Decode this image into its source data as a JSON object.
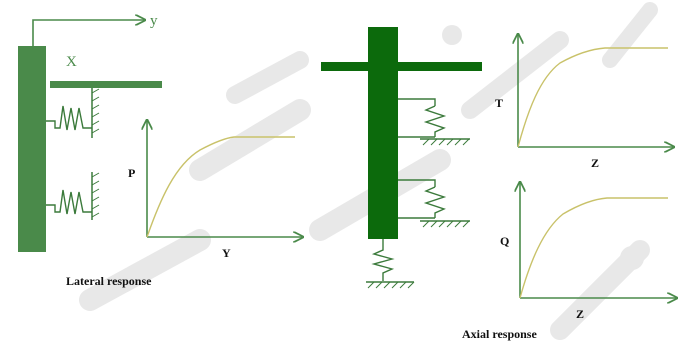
{
  "colors": {
    "pile_light": "#4a8a4a",
    "pile_dark": "#0c6a0c",
    "spring": "#3b7a3b",
    "axis": "#4a8a4a",
    "curve": "#c9c26a",
    "label": "#111111",
    "watermark": "#d6d6d6"
  },
  "lateral": {
    "axis_y_label": "y",
    "axis_x_label": "X",
    "curve_y_label": "P",
    "curve_x_label": "Y",
    "caption": "Lateral response"
  },
  "axial": {
    "upper_curve_y_label": "T",
    "upper_curve_x_label": "Z",
    "lower_curve_y_label": "Q",
    "lower_curve_x_label": "Z",
    "caption": "Axial response"
  }
}
